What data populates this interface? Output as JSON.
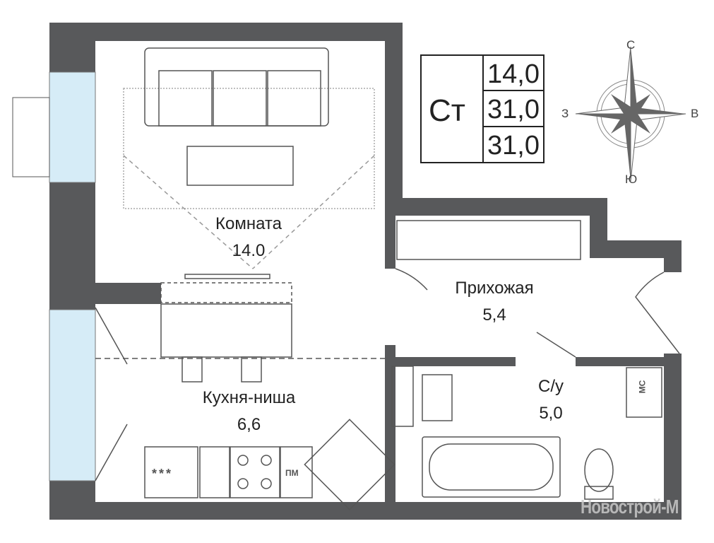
{
  "info_box": {
    "type": "Ст",
    "living_area": "14,0",
    "total_area": "31,0",
    "total_area_2": "31,0"
  },
  "compass": {
    "north": "С",
    "south": "Ю",
    "west": "З",
    "east": "В"
  },
  "rooms": [
    {
      "name": "Комната",
      "area": "14.0"
    },
    {
      "name": "Прихожая",
      "area": "5,4"
    },
    {
      "name": "Кухня-ниша",
      "area": "6,6"
    },
    {
      "name": "С/у",
      "area": "5,0"
    }
  ],
  "fixtures": {
    "dishwasher": "ПМ",
    "washing_machine": "МС",
    "stove": "***"
  },
  "watermark": "Новострой-М",
  "colors": {
    "wall": "#58595b",
    "window": "#d6ecf7",
    "line": "#555555"
  }
}
